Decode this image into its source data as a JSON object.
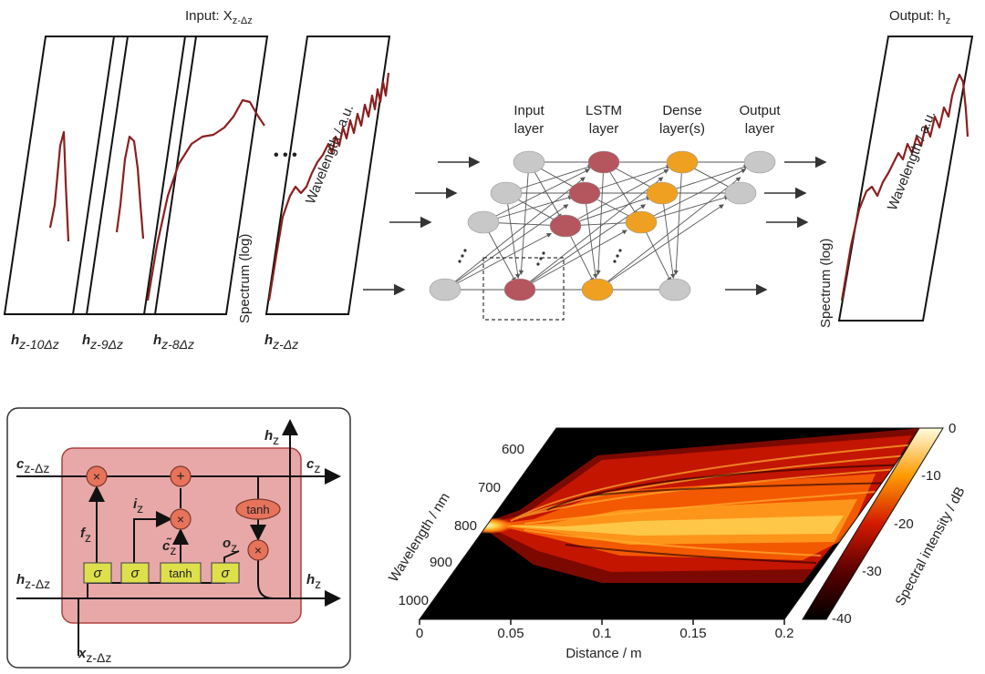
{
  "input_panel": {
    "title": "Input: X",
    "title_sub": "z-Δz",
    "frame_labels": [
      {
        "main": "h",
        "sub": "z-10Δz"
      },
      {
        "main": "h",
        "sub": "z-9Δz"
      },
      {
        "main": "h",
        "sub": "z-8Δz"
      },
      {
        "main": "h",
        "sub": "z-Δz"
      }
    ],
    "ellipsis": "• • •",
    "y_axis": "Spectrum (log)",
    "x_axis": "Wavelength / a.u."
  },
  "network": {
    "layers": [
      {
        "line1": "Input",
        "line2": "layer"
      },
      {
        "line1": "LSTM",
        "line2": "layer"
      },
      {
        "line1": "Dense",
        "line2": "layer(s)"
      },
      {
        "line1": "Output",
        "line2": "layer"
      }
    ],
    "colors": {
      "input": "#c8c8c8",
      "lstm": "#b5555e",
      "dense": "#f0a020",
      "output": "#c8c8c8"
    }
  },
  "output_panel": {
    "title": "Output: h",
    "title_sub": "z",
    "y_axis": "Spectrum (log)",
    "x_axis": "Wavelength / a.u."
  },
  "lstm_cell": {
    "c_in": {
      "main": "c",
      "sub": "z-Δz"
    },
    "c_out": {
      "main": "c",
      "sub": "z"
    },
    "h_in": {
      "main": "h",
      "sub": "z-Δz"
    },
    "h_out": {
      "main": "h",
      "sub": "z"
    },
    "h_top": {
      "main": "h",
      "sub": "z"
    },
    "x_in": {
      "main": "x",
      "sub": "z-Δz"
    },
    "f": {
      "main": "f",
      "sub": "z"
    },
    "i": {
      "main": "i",
      "sub": "z"
    },
    "c_tilde": {
      "main": "c̃",
      "sub": "z"
    },
    "o": {
      "main": "o",
      "sub": "z"
    },
    "gates": [
      "σ",
      "σ",
      "tanh",
      "σ"
    ],
    "tanh_op": "tanh",
    "mult": "×",
    "plus": "+",
    "colors": {
      "cell": "#e8a8a8",
      "gate": "#dde04a",
      "op": "#e6735a"
    }
  },
  "heatmap": {
    "y_label": "Wavelength / nm",
    "x_label": "Distance / m",
    "y_ticks": [
      "600",
      "700",
      "800",
      "900",
      "1000"
    ],
    "x_ticks": [
      "0",
      "0.05",
      "0.1",
      "0.15",
      "0.2"
    ],
    "colorbar_label": "Spectral intensity / dB",
    "colorbar_ticks": [
      "0",
      "-10",
      "-20",
      "-30",
      "-40"
    ]
  }
}
